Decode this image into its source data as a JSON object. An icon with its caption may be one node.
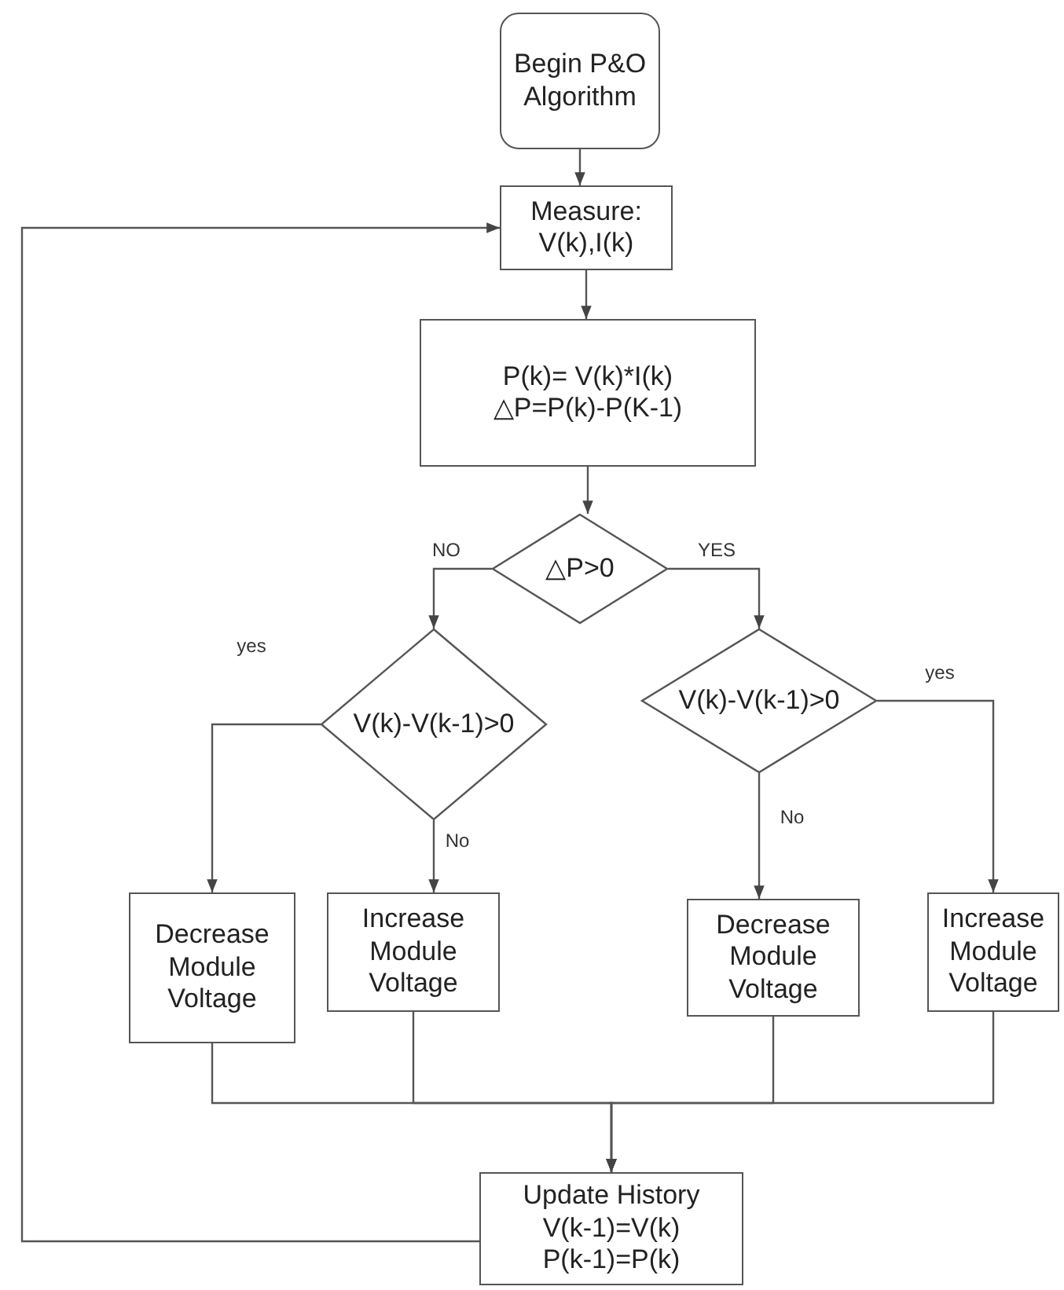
{
  "diagram": {
    "nodes": [
      {
        "text": [
          "Begin P&O Algorithm"
        ]
      },
      {
        "text": [
          "Measure: V(k),I(k)"
        ]
      },
      {
        "text": [
          "P(k)= V(k)*I(k)",
          "△P=P(k)-P(K-1)"
        ]
      },
      {
        "text": [
          "△P>0"
        ]
      },
      {
        "text": [
          "V(k)-V(k-1)>0"
        ]
      },
      {
        "text": [
          "V(k)-V(k-1)>0"
        ]
      },
      {
        "text": [
          "Decrease Module Voltage"
        ]
      },
      {
        "text": [
          "Increase Module Voltage"
        ]
      },
      {
        "text": [
          "Decrease Module Voltage"
        ]
      },
      {
        "text": [
          "Increase Module Voltage"
        ]
      },
      {
        "text": [
          "Update History",
          "V(k-1)=V(k)",
          "P(k-1)=P(k)"
        ]
      }
    ],
    "edges": [
      {
        "from": 0,
        "to": 1,
        "arrow": "to"
      },
      {
        "from": 1,
        "to": 2,
        "arrow": "to"
      },
      {
        "from": 2,
        "to": 3,
        "arrow": "to"
      },
      {
        "from": 3,
        "to": 4,
        "arrow": "to",
        "label": "NO"
      },
      {
        "from": 3,
        "to": 5,
        "arrow": "to",
        "label": "YES"
      },
      {
        "from": 4,
        "to": 6,
        "arrow": "to",
        "label": "yes"
      },
      {
        "from": 4,
        "to": 7,
        "arrow": "to",
        "label": "No"
      },
      {
        "from": 5,
        "to": 8,
        "arrow": "to",
        "label": "No"
      },
      {
        "from": 5,
        "to": 9,
        "arrow": "to",
        "label": "yes"
      },
      {
        "from": 6,
        "to": 10,
        "arrow": "to"
      },
      {
        "from": 7,
        "to": 10,
        "arrow": "to"
      },
      {
        "from": 8,
        "to": 10,
        "arrow": "to"
      },
      {
        "from": 9,
        "to": 10,
        "arrow": "to"
      },
      {
        "from": 10,
        "to": 1,
        "arrow": "to"
      }
    ]
  }
}
